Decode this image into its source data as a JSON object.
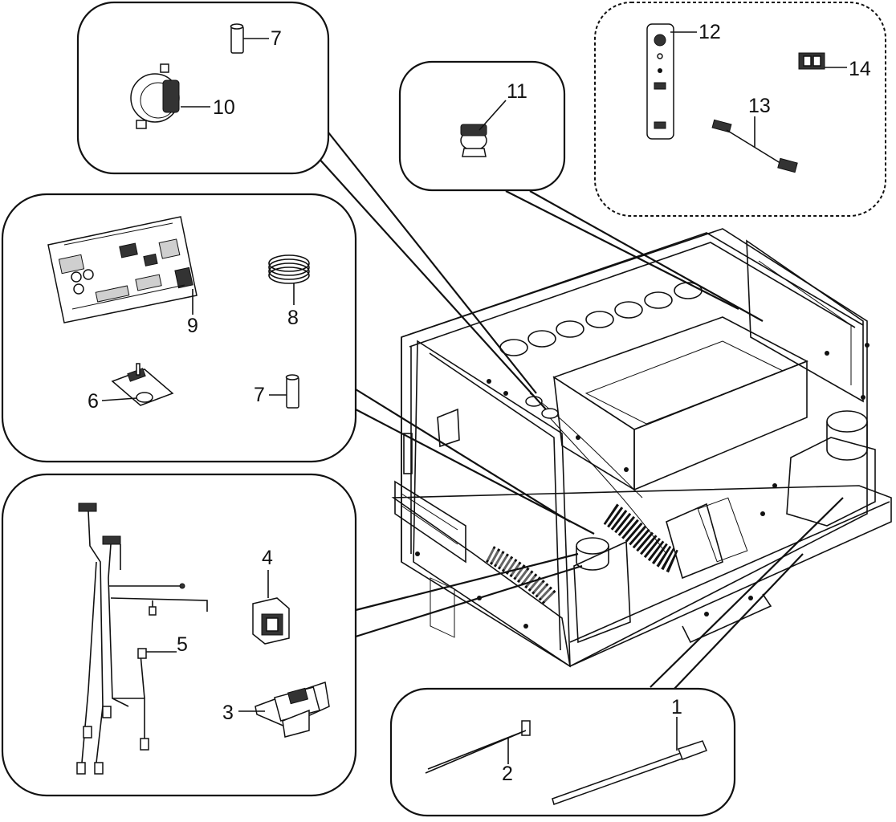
{
  "callouts": {
    "c1": "1",
    "c2": "2",
    "c3": "3",
    "c4": "4",
    "c5": "5",
    "c6": "6",
    "c7a": "7",
    "c7b": "7",
    "c8": "8",
    "c9": "9",
    "c10": "10",
    "c11": "11",
    "c12": "12",
    "c13": "13",
    "c14": "14"
  }
}
